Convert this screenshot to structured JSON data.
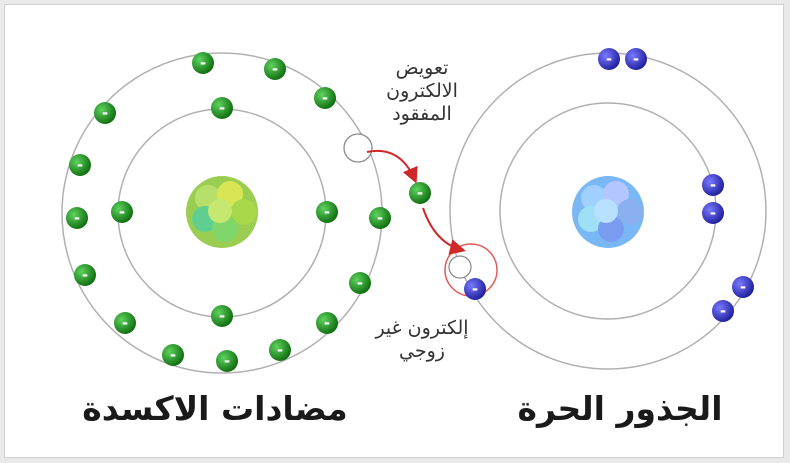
{
  "labels": {
    "replace_lost_electron": "تعويض الالكترون المفقود",
    "unpaired_electron": "إلكترون غير زوجي",
    "antioxidants": "مضادات الاكسدة",
    "free_radicals": "الجذور الحرة"
  },
  "electron_symbol": "-",
  "colors": {
    "green": "#1a8a1a",
    "blue": "#3535c8",
    "orbit": "#b0b0b0",
    "arrow": "#d02828"
  }
}
